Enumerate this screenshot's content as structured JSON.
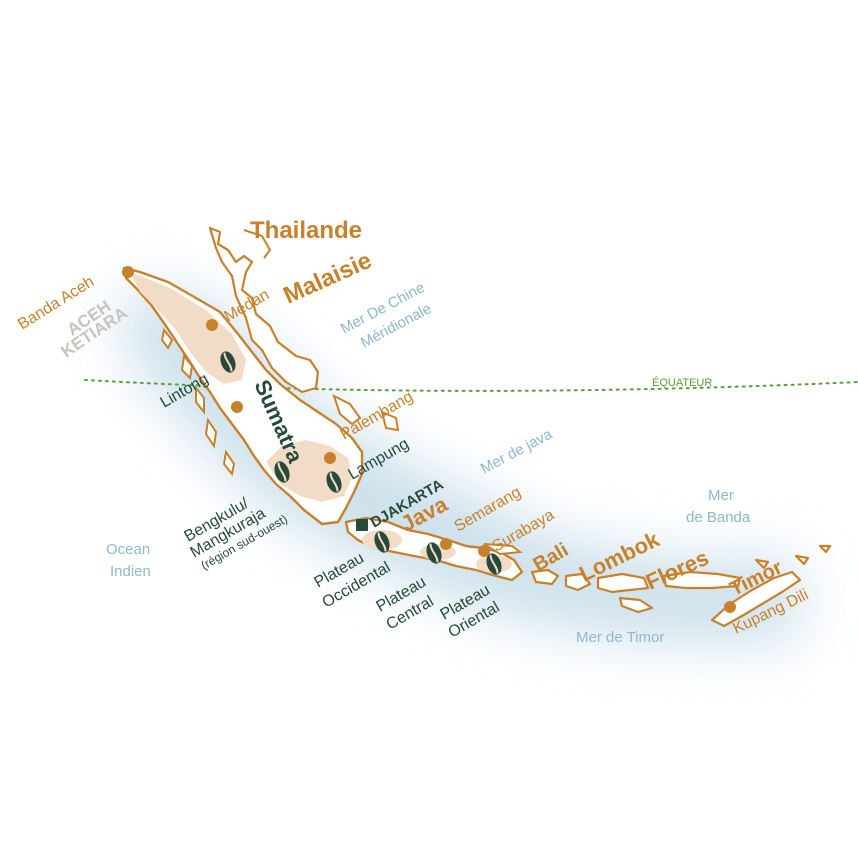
{
  "colors": {
    "orange": "#c8812b",
    "dark_green": "#274a39",
    "sea_blue": "#8fb7cc",
    "land_fill": "#ffffff",
    "coffee_region": "#f2dcc8",
    "equator": "#5a9e3a",
    "aceh_grey": "#c6c4bc"
  },
  "countries": {
    "thailand": "Thailande",
    "malaysia": "Malaisie"
  },
  "islands": {
    "sumatra": "Sumatra",
    "java": "Java",
    "bali": "Bali",
    "lombok": "Lombok",
    "flores": "Flores",
    "timor": "Timor"
  },
  "capital": "DJAKARTA",
  "seas": {
    "south_china_1": "Mer De Chine",
    "south_china_2": "Méridionale",
    "java_sea": "Mer de java",
    "banda_1": "Mer",
    "banda_2": "de Banda",
    "ocean_1": "Ocean",
    "ocean_2": "Indien",
    "timor_sea": "Mer de Timor"
  },
  "equator_label": "ÉQUATEUR",
  "cities": {
    "banda_aceh": "Banda Aceh",
    "medan": "Medan",
    "palembang": "Palembang",
    "lampung": "Lampung",
    "semarang": "Semarang",
    "surabaya": "Surabaya",
    "kupang": "Kupang Dili"
  },
  "regions": {
    "aceh_1": "ACEH",
    "aceh_2": "KETIARA",
    "lintong": "Lintong",
    "bengkulu_1": "Bengkulu/",
    "bengkulu_2": "Mangkuraja",
    "bengkulu_3": "(région sud-ouest)",
    "plateau_occ_1": "Plateau",
    "plateau_occ_2": "Occidental",
    "plateau_cen_1": "Plateau",
    "plateau_cen_2": "Central",
    "plateau_ori_1": "Plateau",
    "plateau_ori_2": "Oriental"
  },
  "icons": {
    "city_marker": "orange-dot-icon",
    "coffee_region": "coffee-bean-icon",
    "capital_marker": "square-capital-icon"
  }
}
